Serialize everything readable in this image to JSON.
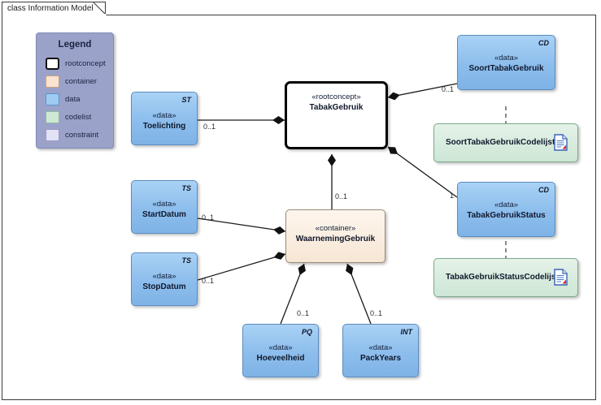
{
  "diagram": {
    "title": "class Information Model",
    "title_tab_name": "diagram-title-tab"
  },
  "legend": {
    "title": "Legend",
    "items": [
      {
        "label": "rootconcept",
        "swatch": "rootconcept",
        "color": "#ffffff"
      },
      {
        "label": "container",
        "swatch": "container",
        "color": "#fae3d0"
      },
      {
        "label": "data",
        "swatch": "data",
        "color": "#9ecbf2"
      },
      {
        "label": "codelist",
        "swatch": "codelist",
        "color": "#cfe8d6"
      },
      {
        "label": "constraint",
        "swatch": "constraint",
        "color": "#e2e2f5"
      }
    ]
  },
  "nodes": {
    "tabakgebruik": {
      "stereotype": "«rootconcept»",
      "name": "TabakGebruik",
      "type": ""
    },
    "toelichting": {
      "stereotype": "«data»",
      "name": "Toelichting",
      "type": "ST"
    },
    "startdatum": {
      "stereotype": "«data»",
      "name": "StartDatum",
      "type": "TS"
    },
    "stopdatum": {
      "stereotype": "«data»",
      "name": "StopDatum",
      "type": "TS"
    },
    "waarneminggebruik": {
      "stereotype": "«container»",
      "name": "WaarnemingGebruik",
      "type": ""
    },
    "hoeveelheid": {
      "stereotype": "«data»",
      "name": "Hoeveelheid",
      "type": "PQ"
    },
    "packyears": {
      "stereotype": "«data»",
      "name": "PackYears",
      "type": "INT"
    },
    "soorttabakgebruik": {
      "stereotype": "«data»",
      "name": "SoortTabakGebruik",
      "type": "CD"
    },
    "tabakgebruikstatus": {
      "stereotype": "«data»",
      "name": "TabakGebruikStatus",
      "type": "CD"
    },
    "soorttabakgebruikcodelijst": {
      "name": "SoortTabakGebruikCodelijst",
      "icon": "document-icon"
    },
    "tabakgebruikstatuscodelijst": {
      "name": "TabakGebruikStatusCodelijst",
      "icon": "document-icon"
    }
  },
  "multiplicities": {
    "toelichting": "0..1",
    "startdatum": "0..1",
    "stopdatum": "0..1",
    "waarneminggebruik": "0..1",
    "hoeveelheid": "0..1",
    "packyears": "0..1",
    "soorttabakgebruik": "0..1",
    "tabakgebruikstatus": "1"
  },
  "colors": {
    "data_fill": "#8cbdec",
    "container_fill": "#f7e6d4",
    "codelist_fill": "#cde6d5",
    "legend_fill": "#9aa2ca",
    "line": "#1a1a1a"
  }
}
